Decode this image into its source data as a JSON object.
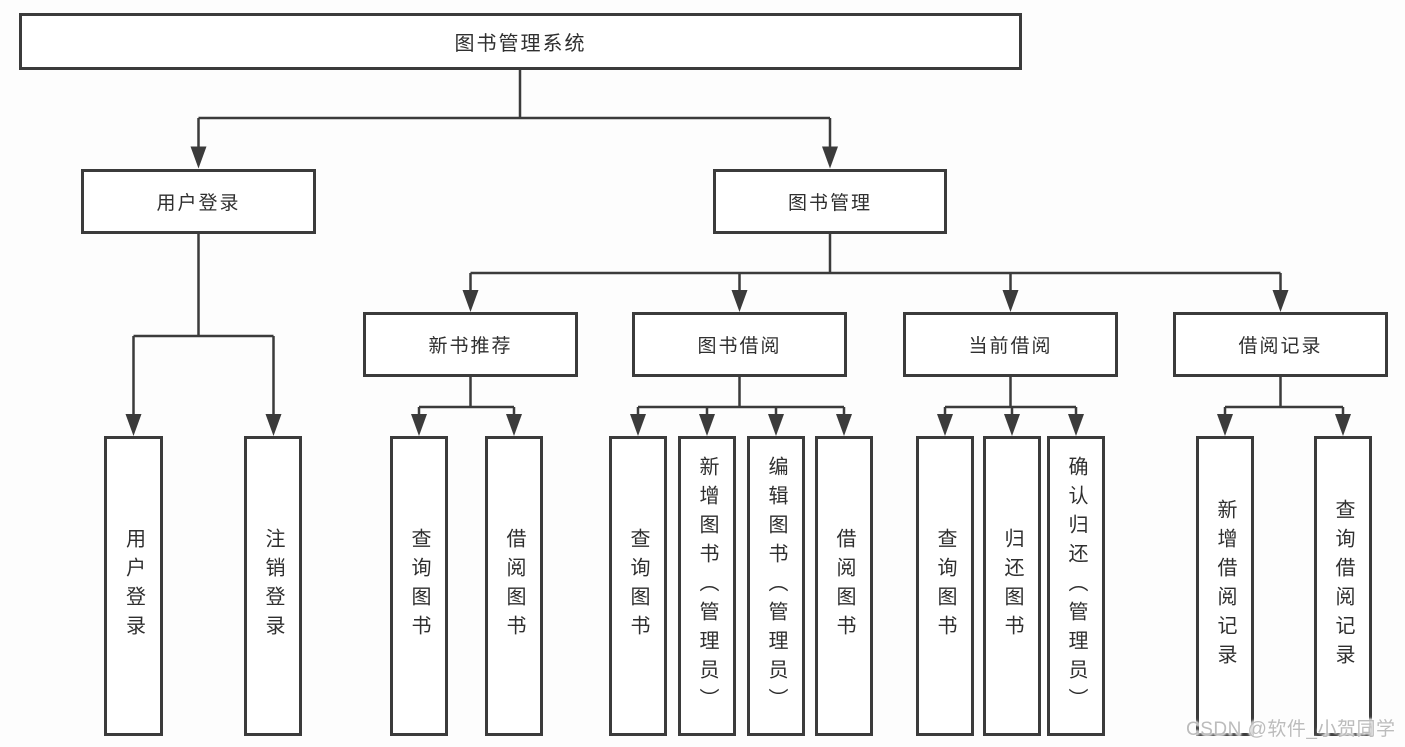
{
  "diagram": {
    "title": "图书管理系统",
    "branches": [
      {
        "label": "用户登录",
        "children": [
          "用户登录",
          "注销登录"
        ]
      },
      {
        "label": "图书管理",
        "children": [
          {
            "label": "新书推荐",
            "children": [
              "查询图书",
              "借阅图书"
            ]
          },
          {
            "label": "图书借阅",
            "children": [
              "查询图书",
              "新增图书（管理员）",
              "编辑图书（管理员）",
              "借阅图书"
            ]
          },
          {
            "label": "当前借阅",
            "children": [
              "查询图书",
              "归还图书",
              "确认归还（管理员）"
            ]
          },
          {
            "label": "借阅记录",
            "children": [
              "新增借阅记录",
              "查询借阅记录"
            ]
          }
        ]
      }
    ]
  },
  "watermark": "CSDN @软件_小贺同学",
  "colors": {
    "line": "#3b3b3b",
    "text": "#2f2f2f",
    "watermark": "#bcbcbc",
    "background": "#fdfdfd"
  }
}
